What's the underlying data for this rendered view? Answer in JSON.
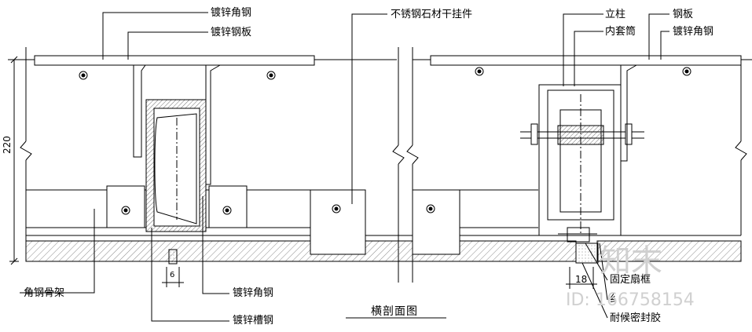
{
  "labels": {
    "galv_angle_top_left": "镀锌角钢",
    "galv_plate_top_left": "镀锌钢板",
    "stone_hanger": "不锈钢石材干挂件",
    "column": "立柱",
    "inner_sleeve": "内套筒",
    "steel_plate": "钢板",
    "galv_angle_top_right": "镀锌角钢",
    "angle_frame": "角钢骨架",
    "galv_angle_bottom": "镀锌角钢",
    "galv_channel": "镀锌槽钢",
    "fixed_sash": "固定扇框",
    "sealant": "耐候密封胶",
    "partial_label": "纟"
  },
  "dimensions": {
    "height_220": "220",
    "width_18": "18",
    "gap_6": "6"
  },
  "title": "横剖面图",
  "watermark": {
    "brand": "知末",
    "id": "ID: 166758154"
  }
}
